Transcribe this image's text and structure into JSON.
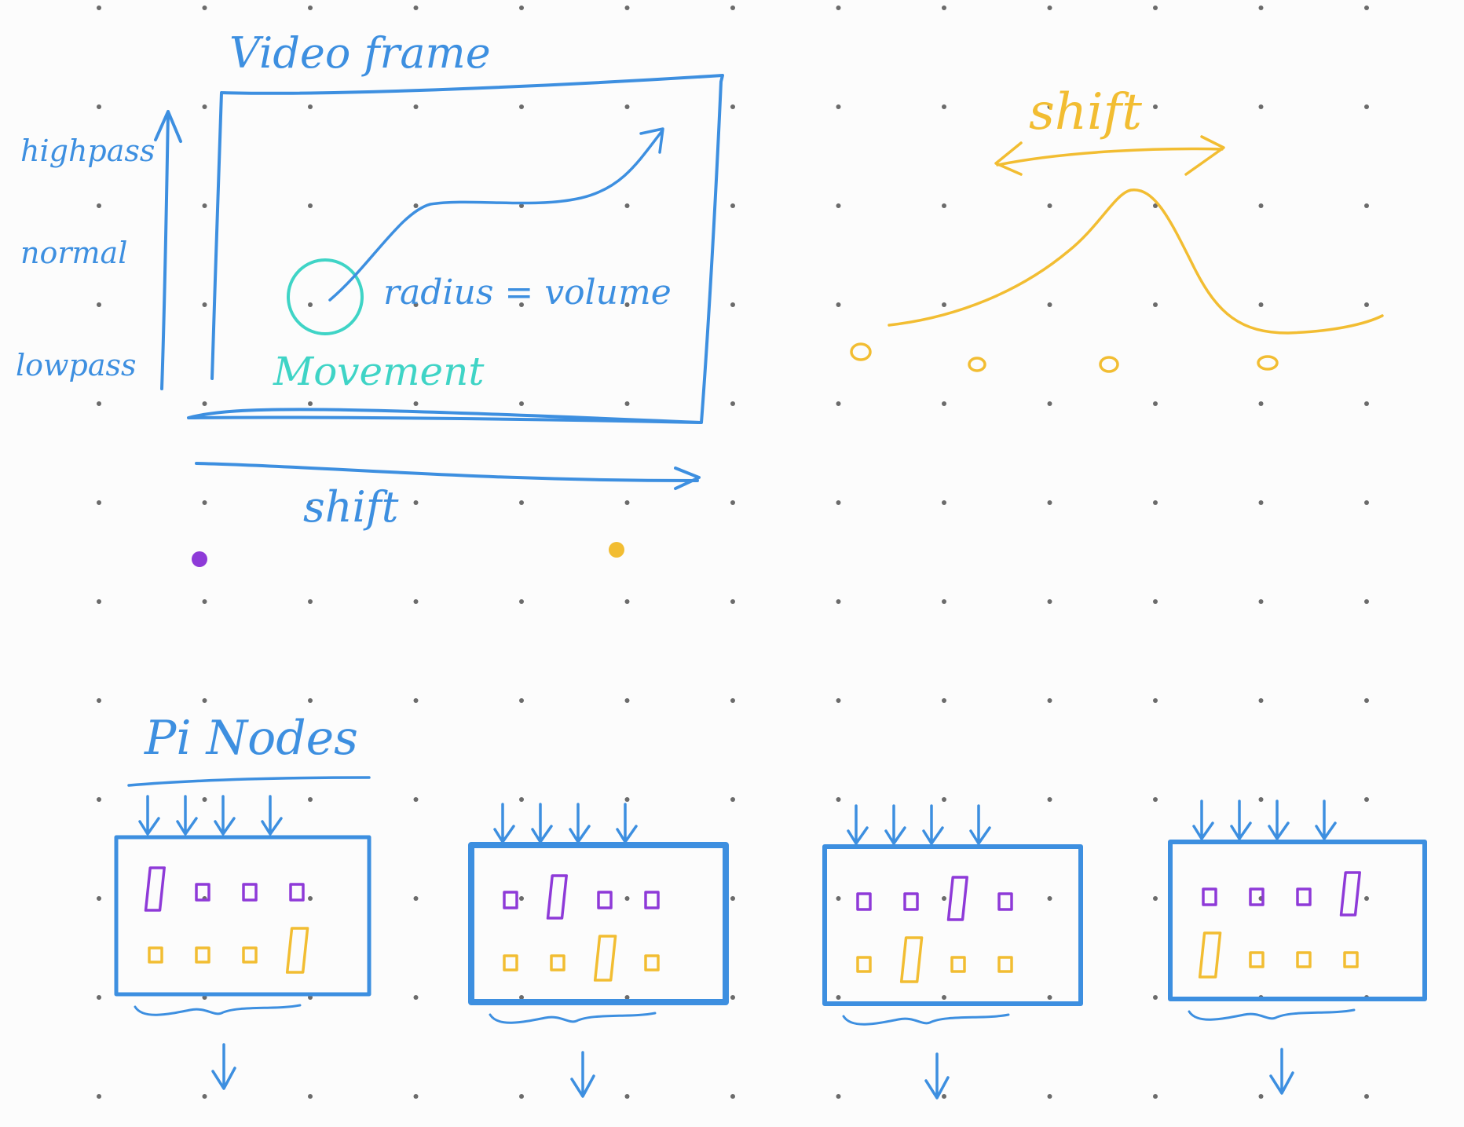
{
  "colors": {
    "background": "#fcfcfc",
    "dots": "#6b6b6b",
    "blue": "#3d8fe0",
    "teal": "#3fd4c6",
    "yellow": "#f2bd32",
    "purple": "#8e3ad8"
  },
  "video_frame": {
    "title": "Video frame",
    "y_labels": {
      "top": "highpass",
      "middle": "normal",
      "bottom": "lowpass"
    },
    "x_label": "shift",
    "circle_label": "radius = volume",
    "movement_label": "Movement"
  },
  "shift_curve": {
    "label": "shift"
  },
  "pi_nodes": {
    "title": "Pi Nodes",
    "nodes": [
      {
        "purple_tall_index": 0,
        "yellow_tall_index": 3
      },
      {
        "purple_tall_index": 1,
        "yellow_tall_index": 2
      },
      {
        "purple_tall_index": 2,
        "yellow_tall_index": 1
      },
      {
        "purple_tall_index": 3,
        "yellow_tall_index": 0
      }
    ]
  }
}
